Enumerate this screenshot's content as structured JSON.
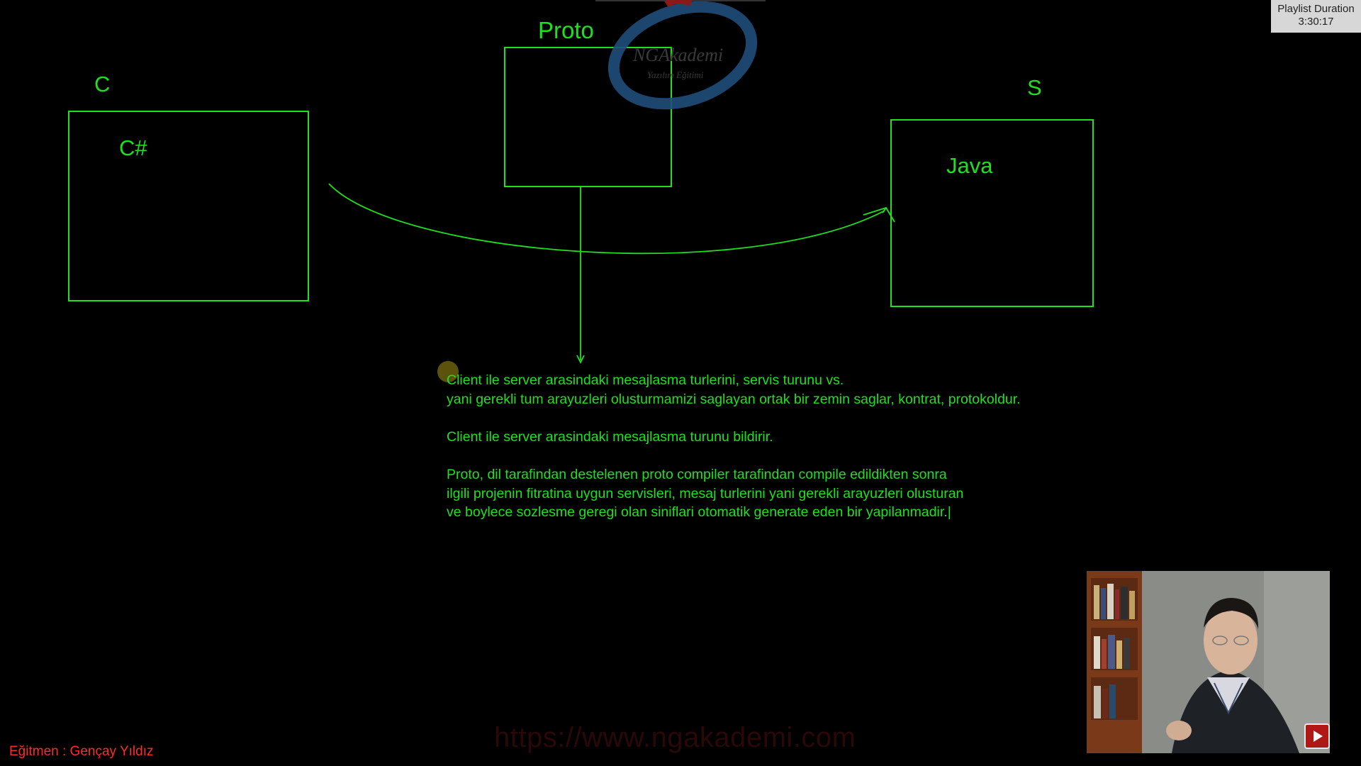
{
  "diagram": {
    "client_label": "C",
    "client_language": "C#",
    "proto_label": "Proto",
    "server_label": "S",
    "server_language": "Java"
  },
  "notes": {
    "para1": [
      "Client ile server arasindaki mesajlasma turlerini, servis turunu vs.",
      "yani gerekli tum arayuzleri olusturmamizi saglayan ortak bir zemin saglar, kontrat, protokoldur."
    ],
    "para2": [
      "Client ile server arasindaki mesajlasma turunu bildirir."
    ],
    "para3": [
      "Proto, dil tarafindan destelenen proto compiler tarafindan compile edildikten sonra",
      "ilgili projenin fitratina uygun servisleri, mesaj turlerini yani gerekli arayuzleri olusturan",
      "ve boylece sozlesme geregi olan siniflari otomatik generate eden bir yapilanmadir.|"
    ]
  },
  "playlist": {
    "title": "Playlist Duration",
    "duration": "3:30:17"
  },
  "logo": {
    "name": "NGAkademi",
    "tagline": "Yazılım Eğitimi"
  },
  "footer": {
    "instructor": "Eğitmen : Gençay Yıldız",
    "url_watermark": "https://www.ngakademi.com"
  },
  "webcam": {
    "play_icon": "play-icon"
  },
  "colors": {
    "pen": "#1ee01e",
    "background": "#000000",
    "instructor_text": "#ff2a2a",
    "logo": "#1f4e7a"
  }
}
